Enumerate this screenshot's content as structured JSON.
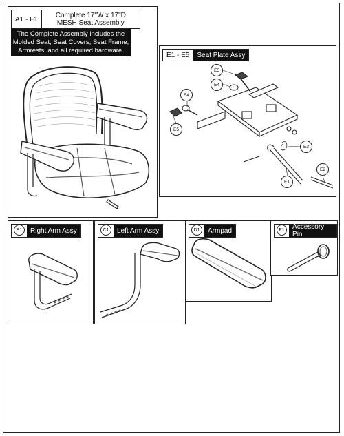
{
  "a1": {
    "code": "A1 - F1",
    "title_line1": "Complete 17\"W x 17\"D",
    "title_line2": "MESH Seat Assembly",
    "desc_line1": "The Complete Assembly includes the",
    "desc_line2": "Molded Seat, Seat Covers, Seat Frame,",
    "desc_line3": "Armrests, and all required hardware."
  },
  "e1": {
    "code": "E1 - E5",
    "title": "Seat Plate Assy",
    "callouts": [
      "E5",
      "E4",
      "E4",
      "E5",
      "E3",
      "E2",
      "E1"
    ]
  },
  "b1": {
    "badge": "B1",
    "title": "Right Arm Assy"
  },
  "c1": {
    "badge": "C1",
    "title": "Left Arm Assy"
  },
  "d1": {
    "badge": "D1",
    "title": "Armpad"
  },
  "f1": {
    "badge": "F1",
    "title": "Accessory Pin"
  }
}
